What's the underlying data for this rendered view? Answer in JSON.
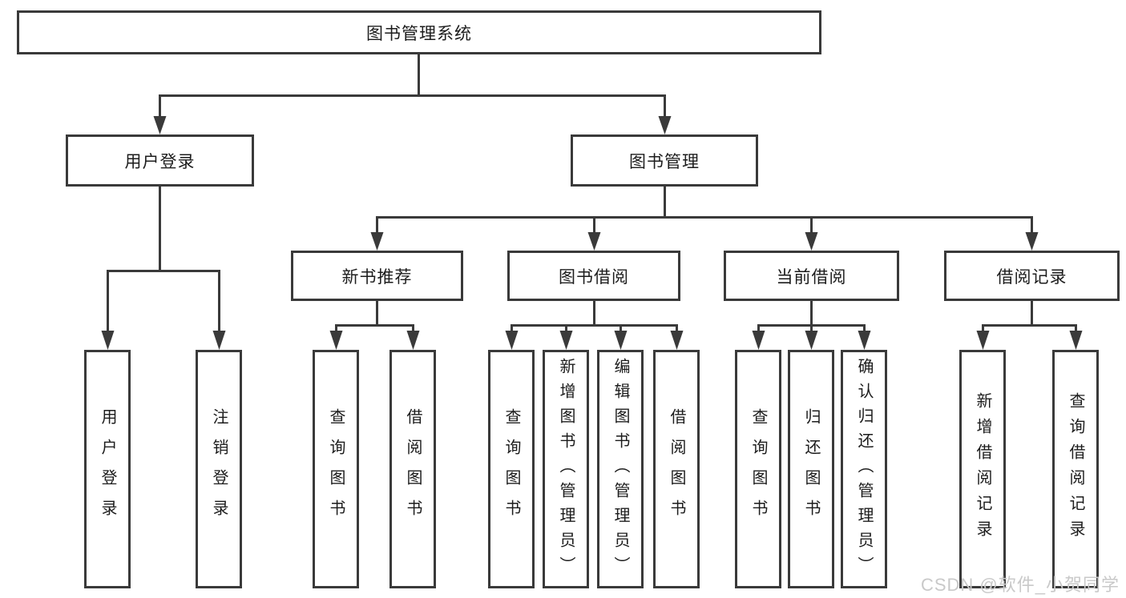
{
  "colors": {
    "line": "#3a3a3a",
    "box_border": "#3a3a3a",
    "text": "#1c1c1c",
    "background": "#ffffff",
    "watermark": "#c9c9c9"
  },
  "tree": {
    "label": "图书管理系统",
    "children": [
      {
        "label": "用户登录",
        "children": [
          {
            "label": "用户登录"
          },
          {
            "label": "注销登录"
          }
        ]
      },
      {
        "label": "图书管理",
        "children": [
          {
            "label": "新书推荐",
            "children": [
              {
                "label": "查询图书"
              },
              {
                "label": "借阅图书"
              }
            ]
          },
          {
            "label": "图书借阅",
            "children": [
              {
                "label": "查询图书"
              },
              {
                "label": "新增图书（管理员）"
              },
              {
                "label": "编辑图书（管理员）"
              },
              {
                "label": "借阅图书"
              }
            ]
          },
          {
            "label": "当前借阅",
            "children": [
              {
                "label": "查询图书"
              },
              {
                "label": "归还图书"
              },
              {
                "label": "确认归还（管理员）"
              }
            ]
          },
          {
            "label": "借阅记录",
            "children": [
              {
                "label": "新增借阅记录"
              },
              {
                "label": "查询借阅记录"
              }
            ]
          }
        ]
      }
    ]
  },
  "watermark": {
    "text": "CSDN @软件_小贺同学"
  }
}
